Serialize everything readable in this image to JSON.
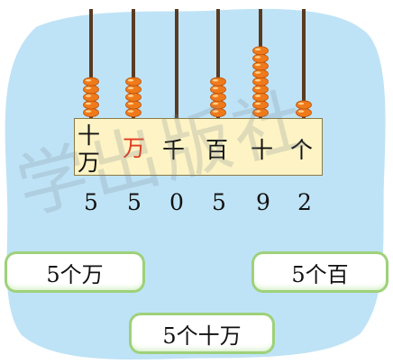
{
  "colors": {
    "backdrop": "#bfe3f6",
    "rod": "#5a3b22",
    "bead": "#f07a1a",
    "bead_highlight": "#ffd08a",
    "label_bg": "#fdf3c4",
    "highlight_text": "#e23b1f",
    "callout_border": "#9ed17a"
  },
  "abacus": {
    "rods": [
      {
        "place": "十万",
        "beads": 5,
        "digit": "5"
      },
      {
        "place": "万",
        "beads": 5,
        "digit": "5"
      },
      {
        "place": "千",
        "beads": 0,
        "digit": "0"
      },
      {
        "place": "百",
        "beads": 5,
        "digit": "5"
      },
      {
        "place": "十",
        "beads": 9,
        "digit": "9"
      },
      {
        "place": "个",
        "beads": 2,
        "digit": "2"
      }
    ]
  },
  "place_labels": {
    "shi_wan_top": "十",
    "shi_wan_bottom": "万",
    "wan": "万",
    "qian": "千",
    "bai": "百",
    "shi": "十",
    "ge": "个"
  },
  "digits": [
    "5",
    "5",
    "0",
    "5",
    "9",
    "2"
  ],
  "callouts": {
    "left": "5个万",
    "right": "5个百",
    "bottom": "5个十万"
  },
  "watermark": "学出版社"
}
